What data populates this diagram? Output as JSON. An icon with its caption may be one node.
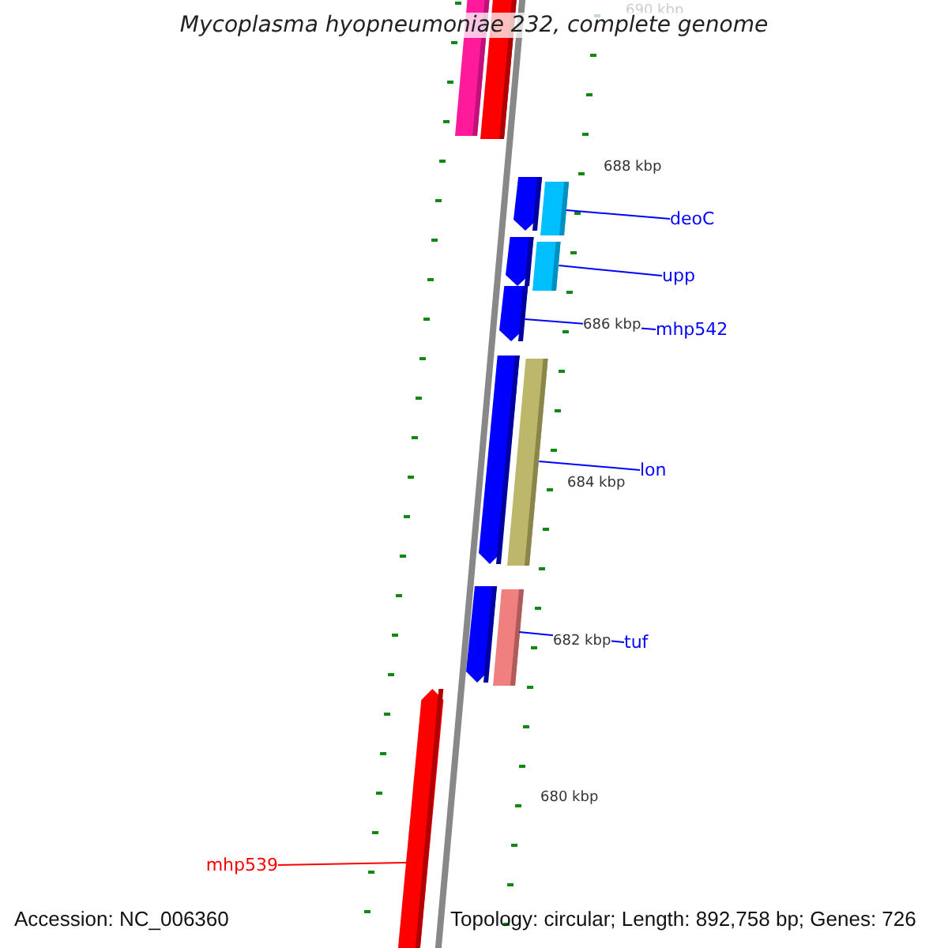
{
  "diagram": {
    "title": "Mycoplasma hyopneumoniae 232, complete genome",
    "nodes": [
      {
        "text": [],
        "shape": "bar"
      },
      {
        "text": [],
        "shape": "bar"
      },
      {
        "text": [],
        "shape": "bar"
      },
      {
        "text": [],
        "shape": "bar"
      },
      {
        "text": [],
        "shape": "bar"
      },
      {
        "text": [],
        "shape": "bar"
      },
      {
        "text": [],
        "shape": "bar"
      },
      {
        "text": [],
        "shape": "bar"
      },
      {
        "text": [],
        "shape": "bar"
      },
      {
        "text": [],
        "shape": "bar"
      },
      {
        "text": [],
        "shape": "bar"
      },
      {
        "text": [],
        "shape": "bar"
      },
      {
        "text": [
          "deoC"
        ]
      },
      {
        "text": [
          "upp"
        ]
      },
      {
        "text": [
          "mhp542"
        ]
      },
      {
        "text": [
          "lon"
        ]
      },
      {
        "text": [
          "tuf"
        ]
      },
      {
        "text": [
          "mhp539"
        ]
      }
    ],
    "edges": [
      {
        "from": 12,
        "to": 3,
        "arrow": "none"
      },
      {
        "from": 13,
        "to": 5,
        "arrow": "none"
      },
      {
        "from": 14,
        "to": 6,
        "arrow": "none"
      },
      {
        "from": 15,
        "to": 8,
        "arrow": "none"
      },
      {
        "from": 16,
        "to": 10,
        "arrow": "none"
      },
      {
        "from": 17,
        "to": 11,
        "arrow": "none",
        "color": "#ff0000"
      }
    ],
    "labels": [
      "690 kbp",
      "688 kbp",
      "686 kbp",
      "684 kbp",
      "682 kbp",
      "680 kbp",
      "Accession: NC_006360",
      "Topology: circular; Length: 892,758 bp; Genes: 726"
    ]
  }
}
